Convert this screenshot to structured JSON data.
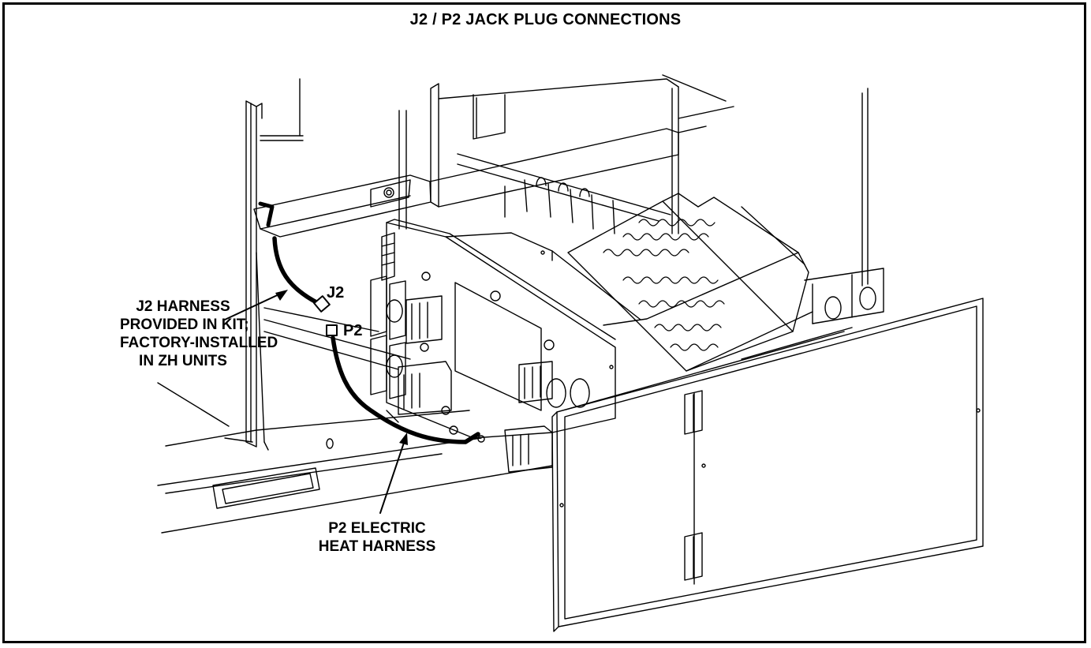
{
  "title": "J2 / P2 JACK PLUG CONNECTIONS",
  "callouts": {
    "j2_harness": [
      "J2 HARNESS",
      "PROVIDED IN KIT;",
      "FACTORY-INSTALLED",
      "IN ZH UNITS"
    ],
    "p2_harness": [
      "P2 ELECTRIC",
      "HEAT HARNESS"
    ]
  },
  "tags": {
    "j2": "J2",
    "p2": "P2"
  },
  "colors": {
    "ink": "#000000",
    "background": "#ffffff"
  }
}
